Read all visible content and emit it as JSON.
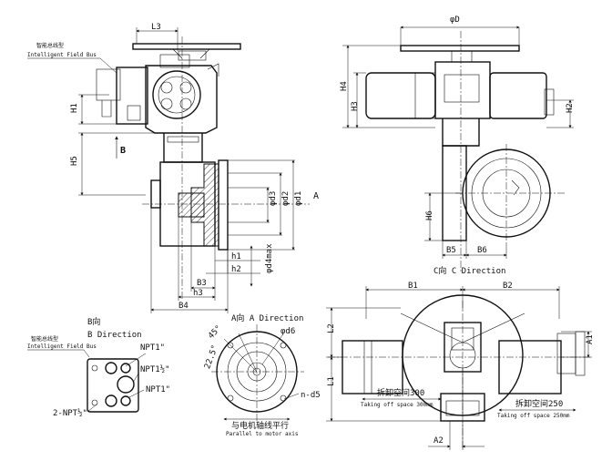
{
  "bus_label_cn": "智能总线型",
  "bus_label_en": "Intelligent Field Bus",
  "dims": {
    "L3": "L3",
    "H1": "H1",
    "H5": "H5",
    "B_arrow": "B",
    "phid3": "φd3",
    "phid2": "φd2",
    "phid1": "φd1",
    "A_mark": "A",
    "h1": "h1",
    "h2": "h2",
    "phid4max": "φd4max",
    "B3": "B3",
    "h3": "h3",
    "B4": "B4",
    "phiD": "φD",
    "H4": "H4",
    "H3": "H3",
    "H2": "H2",
    "H6": "H6",
    "B5": "B5",
    "B6": "B6",
    "B1": "B1",
    "B2": "B2",
    "L2": "L2",
    "L1": "L1",
    "A1": "A1",
    "A2": "A2",
    "phid6": "φd6",
    "n_d5": "n-d5",
    "angle_45": "45°",
    "angle_22": "22.5°"
  },
  "views": {
    "c_direction": "C向 C Direction",
    "b_direction_cn": "B向",
    "b_direction_en": "B Direction",
    "a_direction": "A向 A Direction"
  },
  "ports": {
    "npt1_top": "NPT1\"",
    "npt1_half": "NPT1½\"",
    "npt1_bottom": "NPT1\"",
    "npt_two": "2-NPT½\""
  },
  "parallel_cn": "与电机轴线平行",
  "parallel_en": "Parallel to motor axis",
  "takeoff_300_cn": "拆卸空间300",
  "takeoff_300_en": "Taking off space 300mm",
  "takeoff_250_cn": "拆卸空间250",
  "takeoff_250_en": "Taking off space 250mm"
}
